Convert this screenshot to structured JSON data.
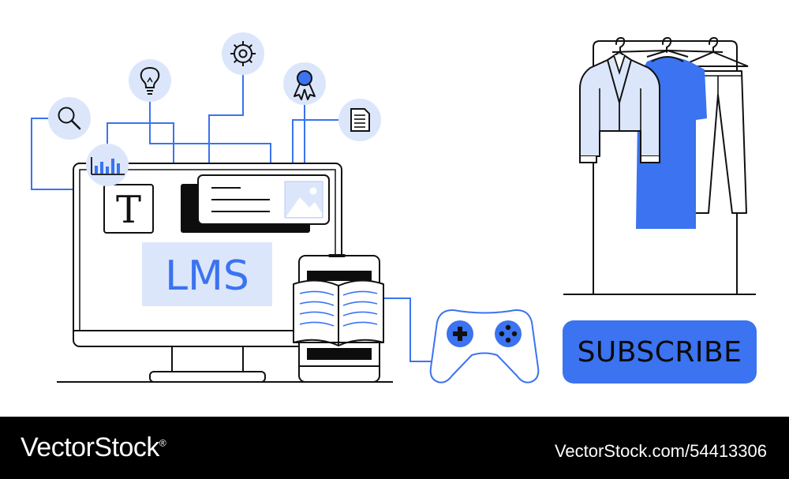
{
  "illustration": {
    "lms_label": "LMS",
    "text_tool_glyph": "T",
    "subscribe_label": "SUBSCRIBE",
    "icons": [
      "search-icon",
      "bar-chart-icon",
      "lightbulb-icon",
      "gear-icon",
      "award-ribbon-icon",
      "document-icon",
      "image-icon",
      "open-book-icon",
      "gamepad-icon",
      "clothes-rack-icon"
    ],
    "colors": {
      "accent": "#3b73f0",
      "accent_light": "#dce6fb",
      "ink": "#111111"
    }
  },
  "footer": {
    "brand": "VectorStock",
    "brand_mark": "®",
    "credit": "VectorStock.com/54413306"
  }
}
